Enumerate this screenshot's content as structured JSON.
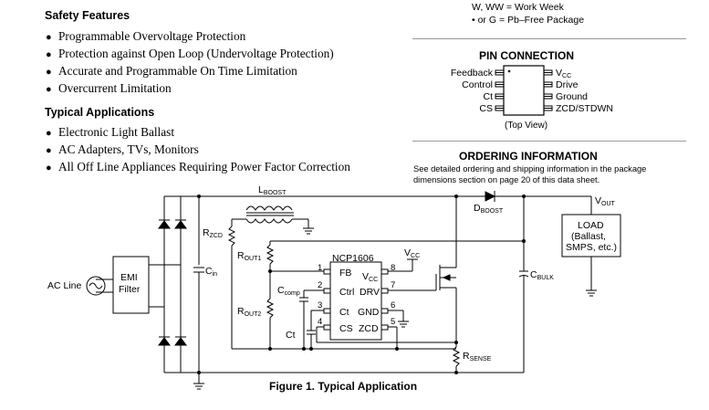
{
  "header_notes": [
    {
      "code": "W, WW",
      "meaning": "= Work Week"
    },
    {
      "code": "• or G",
      "meaning": "= Pb–Free Package"
    }
  ],
  "safety": {
    "title": "Safety Features",
    "items": [
      "Programmable Overvoltage Protection",
      "Protection against Open Loop (Undervoltage Protection)",
      "Accurate and Programmable On Time Limitation",
      "Overcurrent Limitation"
    ]
  },
  "applications": {
    "title": "Typical Applications",
    "items": [
      "Electronic Light Ballast",
      "AC Adapters, TVs, Monitors",
      "All Off Line Appliances Requiring Power Factor Correction"
    ]
  },
  "pin_connection": {
    "title": "PIN CONNECTION",
    "left_pins": [
      "Feedback",
      "Control",
      "Ct",
      "CS"
    ],
    "right_pins": [
      "Vcc",
      "Drive",
      "Ground",
      "ZCD/STDWN"
    ],
    "pin1_dot": "1",
    "caption": "(Top View)"
  },
  "ordering": {
    "title": "ORDERING INFORMATION",
    "line1": "See detailed ordering and shipping information in the package",
    "line2": "dimensions section on page 20 of this data sheet."
  },
  "circuit": {
    "ac_line": "AC Line",
    "emi": [
      "EMI",
      "Filter"
    ],
    "cin": "C",
    "cin_sub": "in",
    "lboost": "L",
    "lboost_sub": "BOOST",
    "dboost": "D",
    "dboost_sub": "BOOST",
    "vout": "V",
    "vout_sub": "OUT",
    "load": [
      "LOAD",
      "(Ballast,",
      "SMPS, etc.)"
    ],
    "rzcd": "R",
    "rzcd_sub": "ZCD",
    "rout1": "R",
    "rout1_sub": "OUT1",
    "rout2": "R",
    "rout2_sub": "OUT2",
    "ccomp": "C",
    "ccomp_sub": "comp",
    "ct": "Ct",
    "vcc": "V",
    "vcc_sub": "CC",
    "cbulk": "C",
    "cbulk_sub": "BULK",
    "rsense": "R",
    "rsense_sub": "SENSE",
    "ic_name": "NCP1606",
    "ic_left_pins": [
      "FB",
      "Ctrl",
      "Ct",
      "CS"
    ],
    "ic_right_pins": [
      "V",
      "DRV",
      "GND",
      "ZCD"
    ],
    "ic_vcc_sub": "CC",
    "pin_numbers_left": [
      "1",
      "2",
      "3",
      "4"
    ],
    "pin_numbers_right": [
      "8",
      "7",
      "6",
      "5"
    ]
  },
  "figure_caption": "Figure 1. Typical Application"
}
